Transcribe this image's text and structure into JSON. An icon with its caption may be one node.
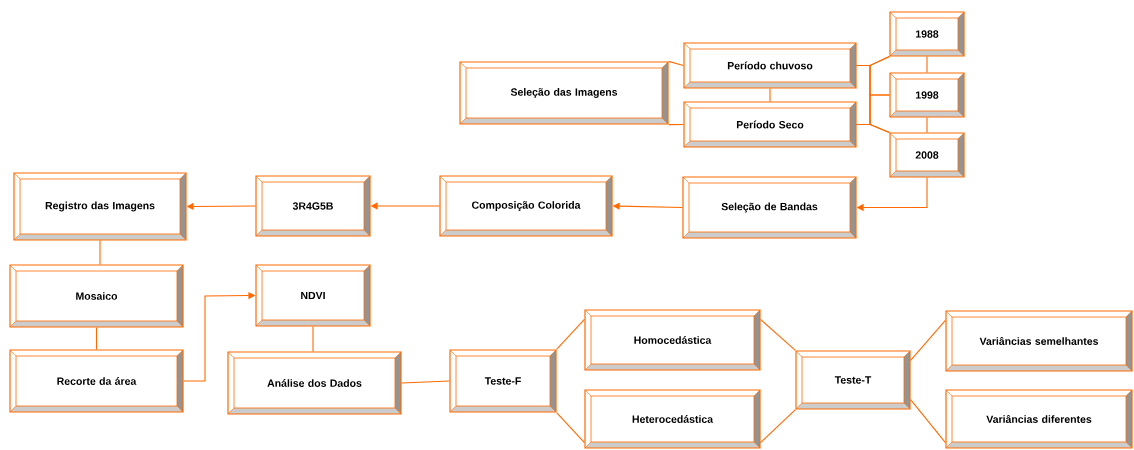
{
  "diagram": {
    "nodes": [
      {
        "text": [
          "Seleção das Imagens"
        ]
      },
      {
        "text": [
          "Período chuvoso"
        ]
      },
      {
        "text": [
          "Período Seco"
        ]
      },
      {
        "text": [
          "1988"
        ]
      },
      {
        "text": [
          "1998"
        ]
      },
      {
        "text": [
          "2008"
        ]
      },
      {
        "text": [
          "Seleção de Bandas"
        ]
      },
      {
        "text": [
          "Composição Colorida"
        ]
      },
      {
        "text": [
          "3R4G5B"
        ]
      },
      {
        "text": [
          "Registro das Imagens"
        ]
      },
      {
        "text": [
          "Mosaico"
        ]
      },
      {
        "text": [
          "Recorte da área"
        ]
      },
      {
        "text": [
          "NDVI"
        ]
      },
      {
        "text": [
          "Análise dos Dados"
        ]
      },
      {
        "text": [
          "Teste-F"
        ]
      },
      {
        "text": [
          "Homocedástica"
        ]
      },
      {
        "text": [
          "Heterocedástica"
        ]
      },
      {
        "text": [
          "Teste-T"
        ]
      },
      {
        "text": [
          "Variâncias semelhantes"
        ]
      },
      {
        "text": [
          "Variâncias diferentes"
        ]
      }
    ],
    "edges": [
      {
        "from": 0,
        "to": 1,
        "arrow": "none"
      },
      {
        "from": 0,
        "to": 2,
        "arrow": "none"
      },
      {
        "from": 1,
        "to": 2,
        "arrow": "none"
      },
      {
        "from": 1,
        "to": 3,
        "arrow": "none"
      },
      {
        "from": 1,
        "to": 4,
        "arrow": "none"
      },
      {
        "from": 1,
        "to": 5,
        "arrow": "none"
      },
      {
        "from": 2,
        "to": 3,
        "arrow": "none"
      },
      {
        "from": 2,
        "to": 4,
        "arrow": "none"
      },
      {
        "from": 2,
        "to": 5,
        "arrow": "none"
      },
      {
        "from": 3,
        "to": 4,
        "arrow": "none"
      },
      {
        "from": 4,
        "to": 5,
        "arrow": "none"
      },
      {
        "from": 5,
        "to": 6,
        "arrow": "to"
      },
      {
        "from": 6,
        "to": 7,
        "arrow": "to"
      },
      {
        "from": 7,
        "to": 8,
        "arrow": "to"
      },
      {
        "from": 8,
        "to": 9,
        "arrow": "to"
      },
      {
        "from": 9,
        "to": 10,
        "arrow": "none"
      },
      {
        "from": 10,
        "to": 11,
        "arrow": "none"
      },
      {
        "from": 11,
        "to": 12,
        "arrow": "to"
      },
      {
        "from": 12,
        "to": 13,
        "arrow": "none"
      },
      {
        "from": 13,
        "to": 14,
        "arrow": "none"
      },
      {
        "from": 14,
        "to": 15,
        "arrow": "none"
      },
      {
        "from": 14,
        "to": 16,
        "arrow": "none"
      },
      {
        "from": 15,
        "to": 17,
        "arrow": "none"
      },
      {
        "from": 16,
        "to": 17,
        "arrow": "none"
      },
      {
        "from": 17,
        "to": 18,
        "arrow": "none"
      },
      {
        "from": 17,
        "to": 19,
        "arrow": "none"
      }
    ]
  }
}
